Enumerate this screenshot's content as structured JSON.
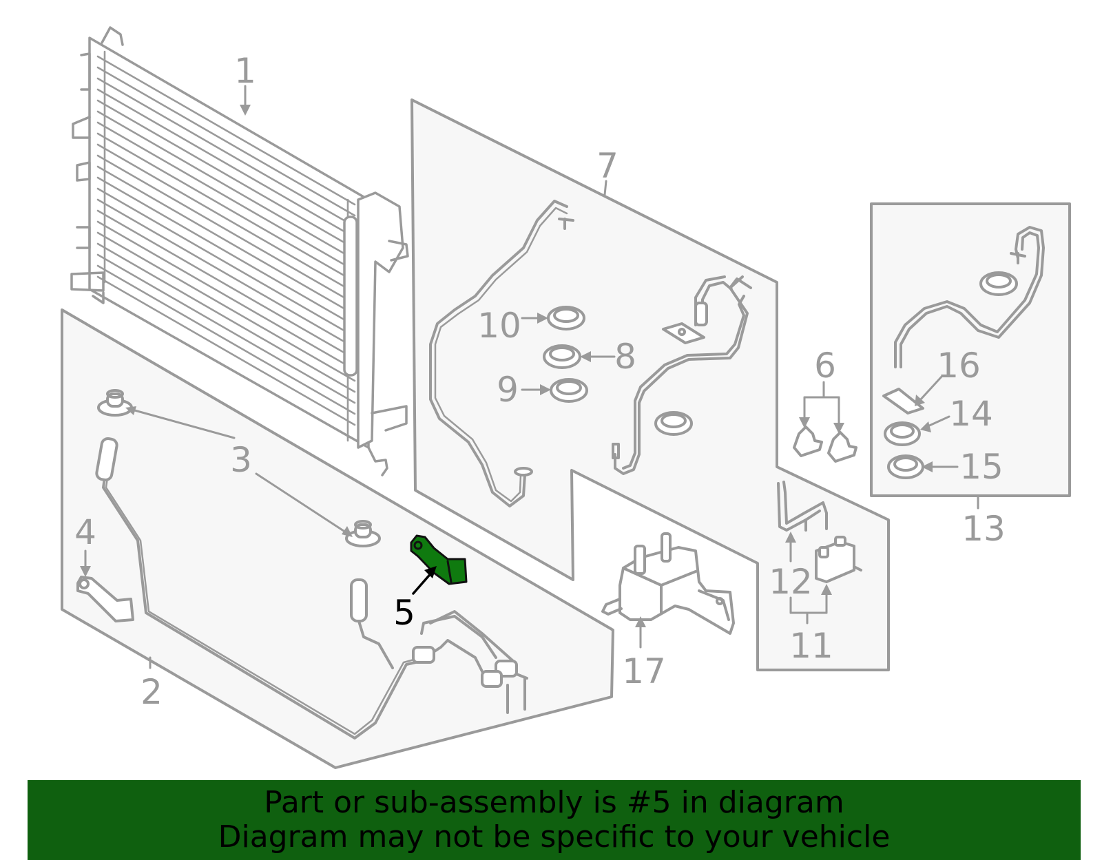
{
  "callouts": {
    "c1": "1",
    "c2": "2",
    "c3": "3",
    "c4": "4",
    "c5": "5",
    "c6": "6",
    "c7": "7",
    "c8": "8",
    "c9": "9",
    "c10": "10",
    "c11": "11",
    "c12": "12",
    "c13": "13",
    "c14": "14",
    "c15": "15",
    "c16": "16",
    "c17": "17"
  },
  "highlight_part": "5",
  "banner": {
    "line1": "Part or sub-assembly is #5 in diagram",
    "line2": "Diagram may not be specific to your vehicle"
  },
  "colors": {
    "line": "#9a9a9a",
    "panel_fill": "#f7f7f7",
    "highlight": "#0f7a0f",
    "banner": "#0f600f",
    "banner_text": "#000000"
  }
}
